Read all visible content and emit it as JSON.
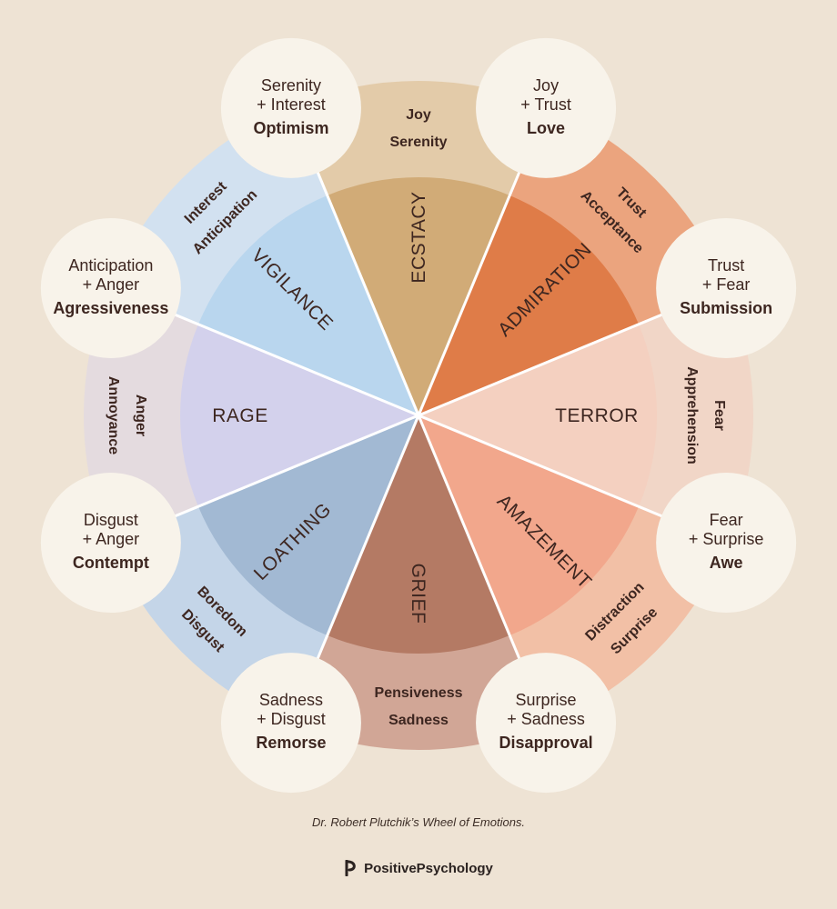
{
  "sectors": [
    {
      "primary": "ECSTACY",
      "mild": [
        "Joy",
        "Serenity"
      ],
      "outer_color": "#e3cba9",
      "inner_color": "#d1ab77"
    },
    {
      "primary": "ADMIRATION",
      "mild": [
        "Trust",
        "Acceptance"
      ],
      "outer_color": "#eba47e",
      "inner_color": "#df7c48"
    },
    {
      "primary": "TERROR",
      "mild": [
        "Fear",
        "Apprehension"
      ],
      "outer_color": "#f1d6c7",
      "inner_color": "#f4d0c0"
    },
    {
      "primary": "AMAZEMENT",
      "mild": [
        "Distraction",
        "Surprise"
      ],
      "outer_color": "#f2c0a6",
      "inner_color": "#f2a78c"
    },
    {
      "primary": "GRIEF",
      "mild": [
        "Pensiveness",
        "Sadness"
      ],
      "outer_color": "#d1a696",
      "inner_color": "#b47a64"
    },
    {
      "primary": "LOATHING",
      "mild": [
        "Boredom",
        "Disgust"
      ],
      "outer_color": "#c4d5e8",
      "inner_color": "#a2b9d3"
    },
    {
      "primary": "RAGE",
      "mild": [
        "Anger",
        "Annoyance"
      ],
      "outer_color": "#e4dbdf",
      "inner_color": "#d3d1ec"
    },
    {
      "primary": "VIGILANCE",
      "mild": [
        "Interest",
        "Anticipation"
      ],
      "outer_color": "#d2e1f0",
      "inner_color": "#b9d6ee"
    }
  ],
  "dyads": [
    {
      "line1": "Joy",
      "line2": "+ Trust",
      "result": "Love"
    },
    {
      "line1": "Trust",
      "line2": "+ Fear",
      "result": "Submission"
    },
    {
      "line1": "Fear",
      "line2": "+ Surprise",
      "result": "Awe"
    },
    {
      "line1": "Surprise",
      "line2": "+ Sadness",
      "result": "Disapproval"
    },
    {
      "line1": "Sadness",
      "line2": "+ Disgust",
      "result": "Remorse"
    },
    {
      "line1": "Disgust",
      "line2": "+ Anger",
      "result": "Contempt"
    },
    {
      "line1": "Anticipation",
      "line2": "+ Anger",
      "result": "Agressiveness"
    },
    {
      "line1": "Serenity",
      "line2": "+ Interest",
      "result": "Optimism"
    }
  ],
  "caption": "Dr. Robert Plutchik’s Wheel of Emotions.",
  "brand": "PositivePsychology",
  "colors": {
    "background": "#eee3d4",
    "circle_fill": "#f8f3ea",
    "text_dark": "#3d2620",
    "divider": "#ffffff"
  }
}
